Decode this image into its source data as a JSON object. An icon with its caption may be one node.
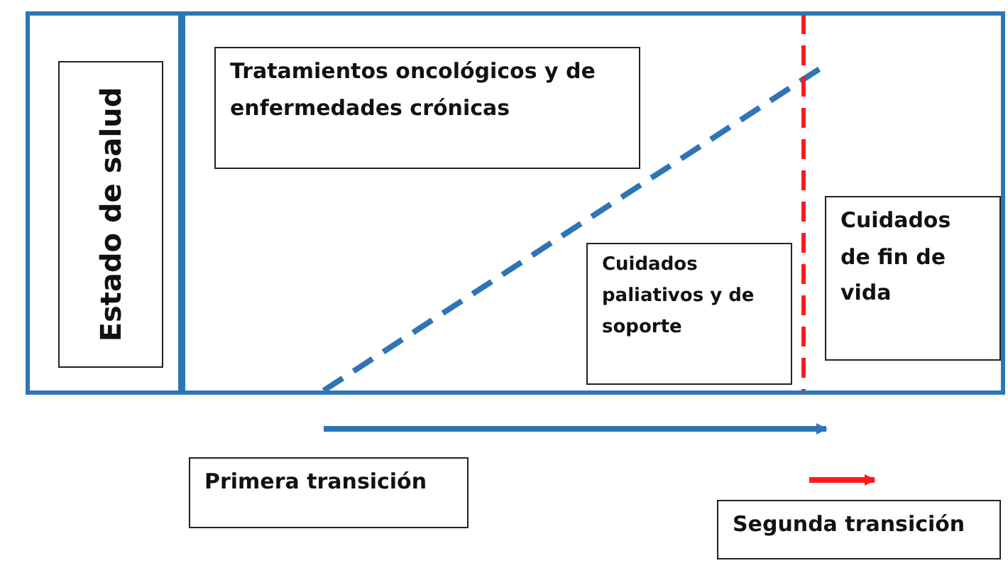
{
  "diagram": {
    "nodes": [
      {
        "text": [],
        "shape": "box"
      },
      {
        "text": [
          "Estado de salud"
        ],
        "in": 0
      },
      {
        "text": [
          "Tratamientos oncológicos y de enfermedades crónicas"
        ],
        "in": 0
      },
      {
        "text": [
          "Cuidados paliativos y de soporte"
        ],
        "in": 0
      },
      {
        "text": [
          "Cuidados de fin de vida"
        ],
        "in": 0
      },
      {
        "text": [
          "Primera transición"
        ]
      },
      {
        "text": [
          "Segunda transición"
        ]
      }
    ],
    "edges": []
  }
}
